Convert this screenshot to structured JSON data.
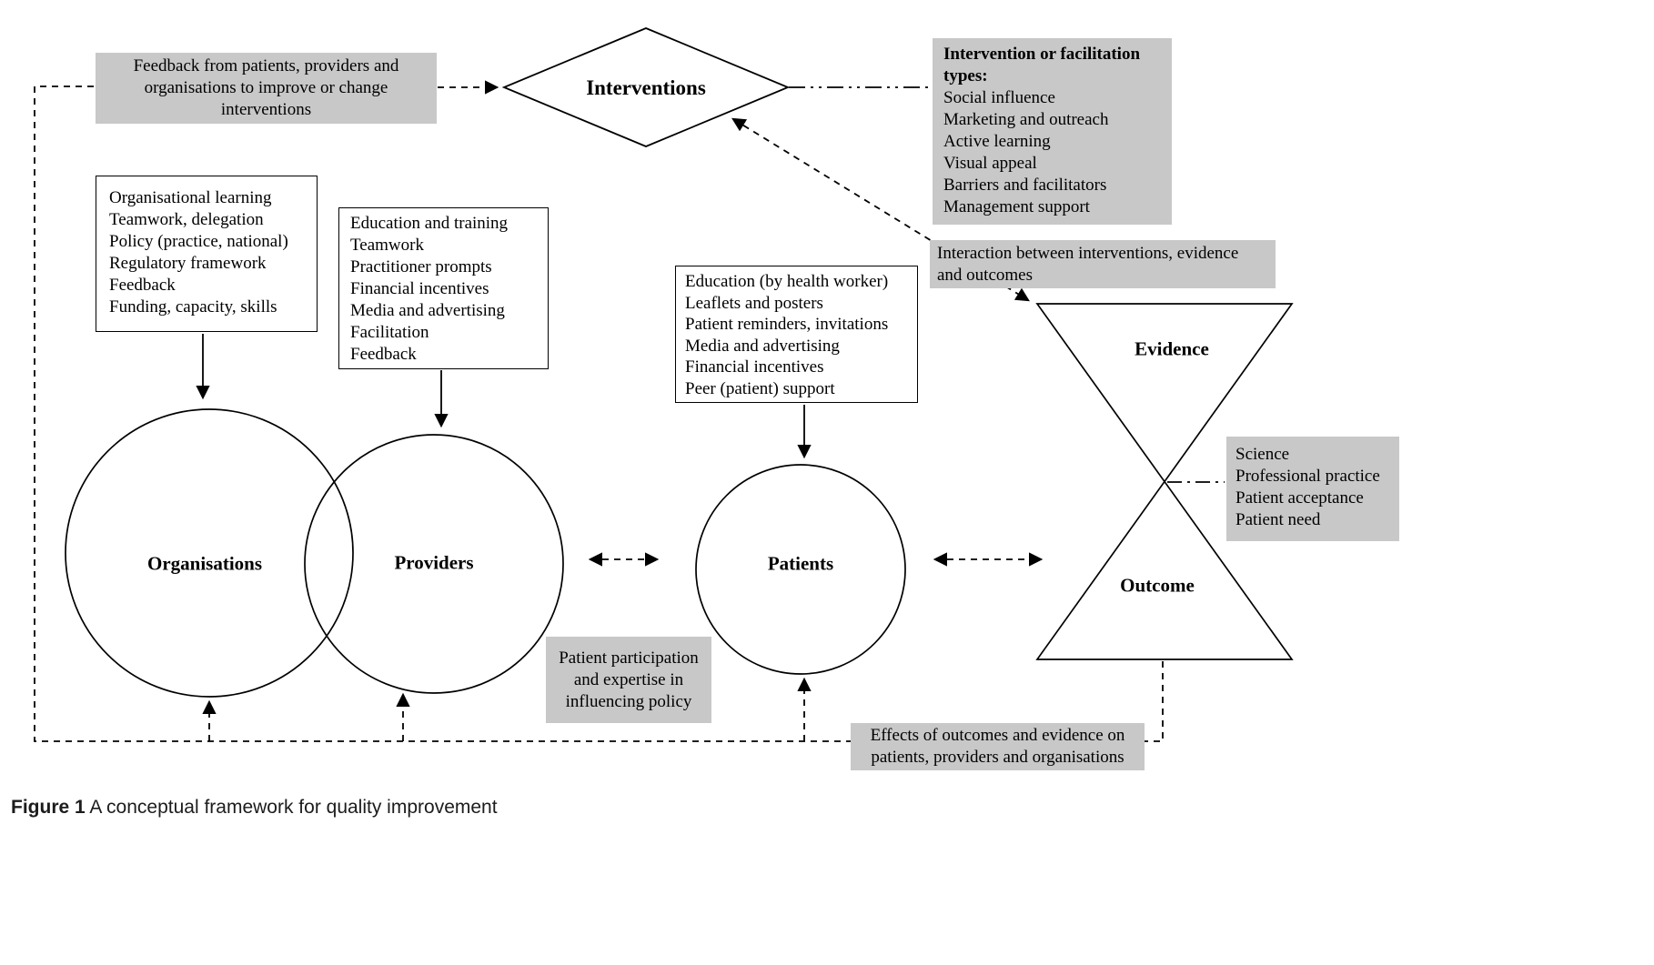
{
  "colors": {
    "box_gray": "#c8c8c8",
    "line": "#000000"
  },
  "nodes": {
    "interventions": "Interventions",
    "organisations": "Organisations",
    "providers": "Providers",
    "patients": "Patients",
    "evidence": "Evidence",
    "outcome": "Outcome"
  },
  "boxes": {
    "feedback_top": {
      "lines": [
        "Feedback from patients, providers and",
        "organisations to improve or change",
        "interventions"
      ]
    },
    "intervention_types": {
      "title_lines": [
        "Intervention or facilitation",
        "types:"
      ],
      "lines": [
        "Social influence",
        "Marketing and outreach",
        "Active learning",
        "Visual appeal",
        "Barriers and facilitators",
        "Management support"
      ]
    },
    "interaction": {
      "lines": [
        "Interaction between interventions, evidence",
        "and outcomes"
      ]
    },
    "org_factors": {
      "lines": [
        "Organisational learning",
        "Teamwork, delegation",
        "Policy (practice, national)",
        "Regulatory framework",
        "Feedback",
        "Funding, capacity, skills"
      ]
    },
    "provider_factors": {
      "lines": [
        "Education and training",
        "Teamwork",
        "Practitioner prompts",
        "Financial incentives",
        "Media and advertising",
        "Facilitation",
        "Feedback"
      ]
    },
    "patient_factors": {
      "lines": [
        "Education (by health worker)",
        "Leaflets and posters",
        "Patient reminders, invitations",
        "Media and advertising",
        "Financial incentives",
        "Peer (patient) support"
      ]
    },
    "science": {
      "lines": [
        "Science",
        "Professional practice",
        "Patient acceptance",
        "Patient need"
      ]
    },
    "patient_participation": {
      "lines": [
        "Patient participation",
        "and expertise in",
        "influencing policy"
      ]
    },
    "effects": {
      "lines": [
        "Effects of outcomes and evidence on",
        "patients, providers and organisations"
      ]
    }
  },
  "caption": {
    "label": "Figure 1",
    "text": " A conceptual framework for quality improvement"
  }
}
